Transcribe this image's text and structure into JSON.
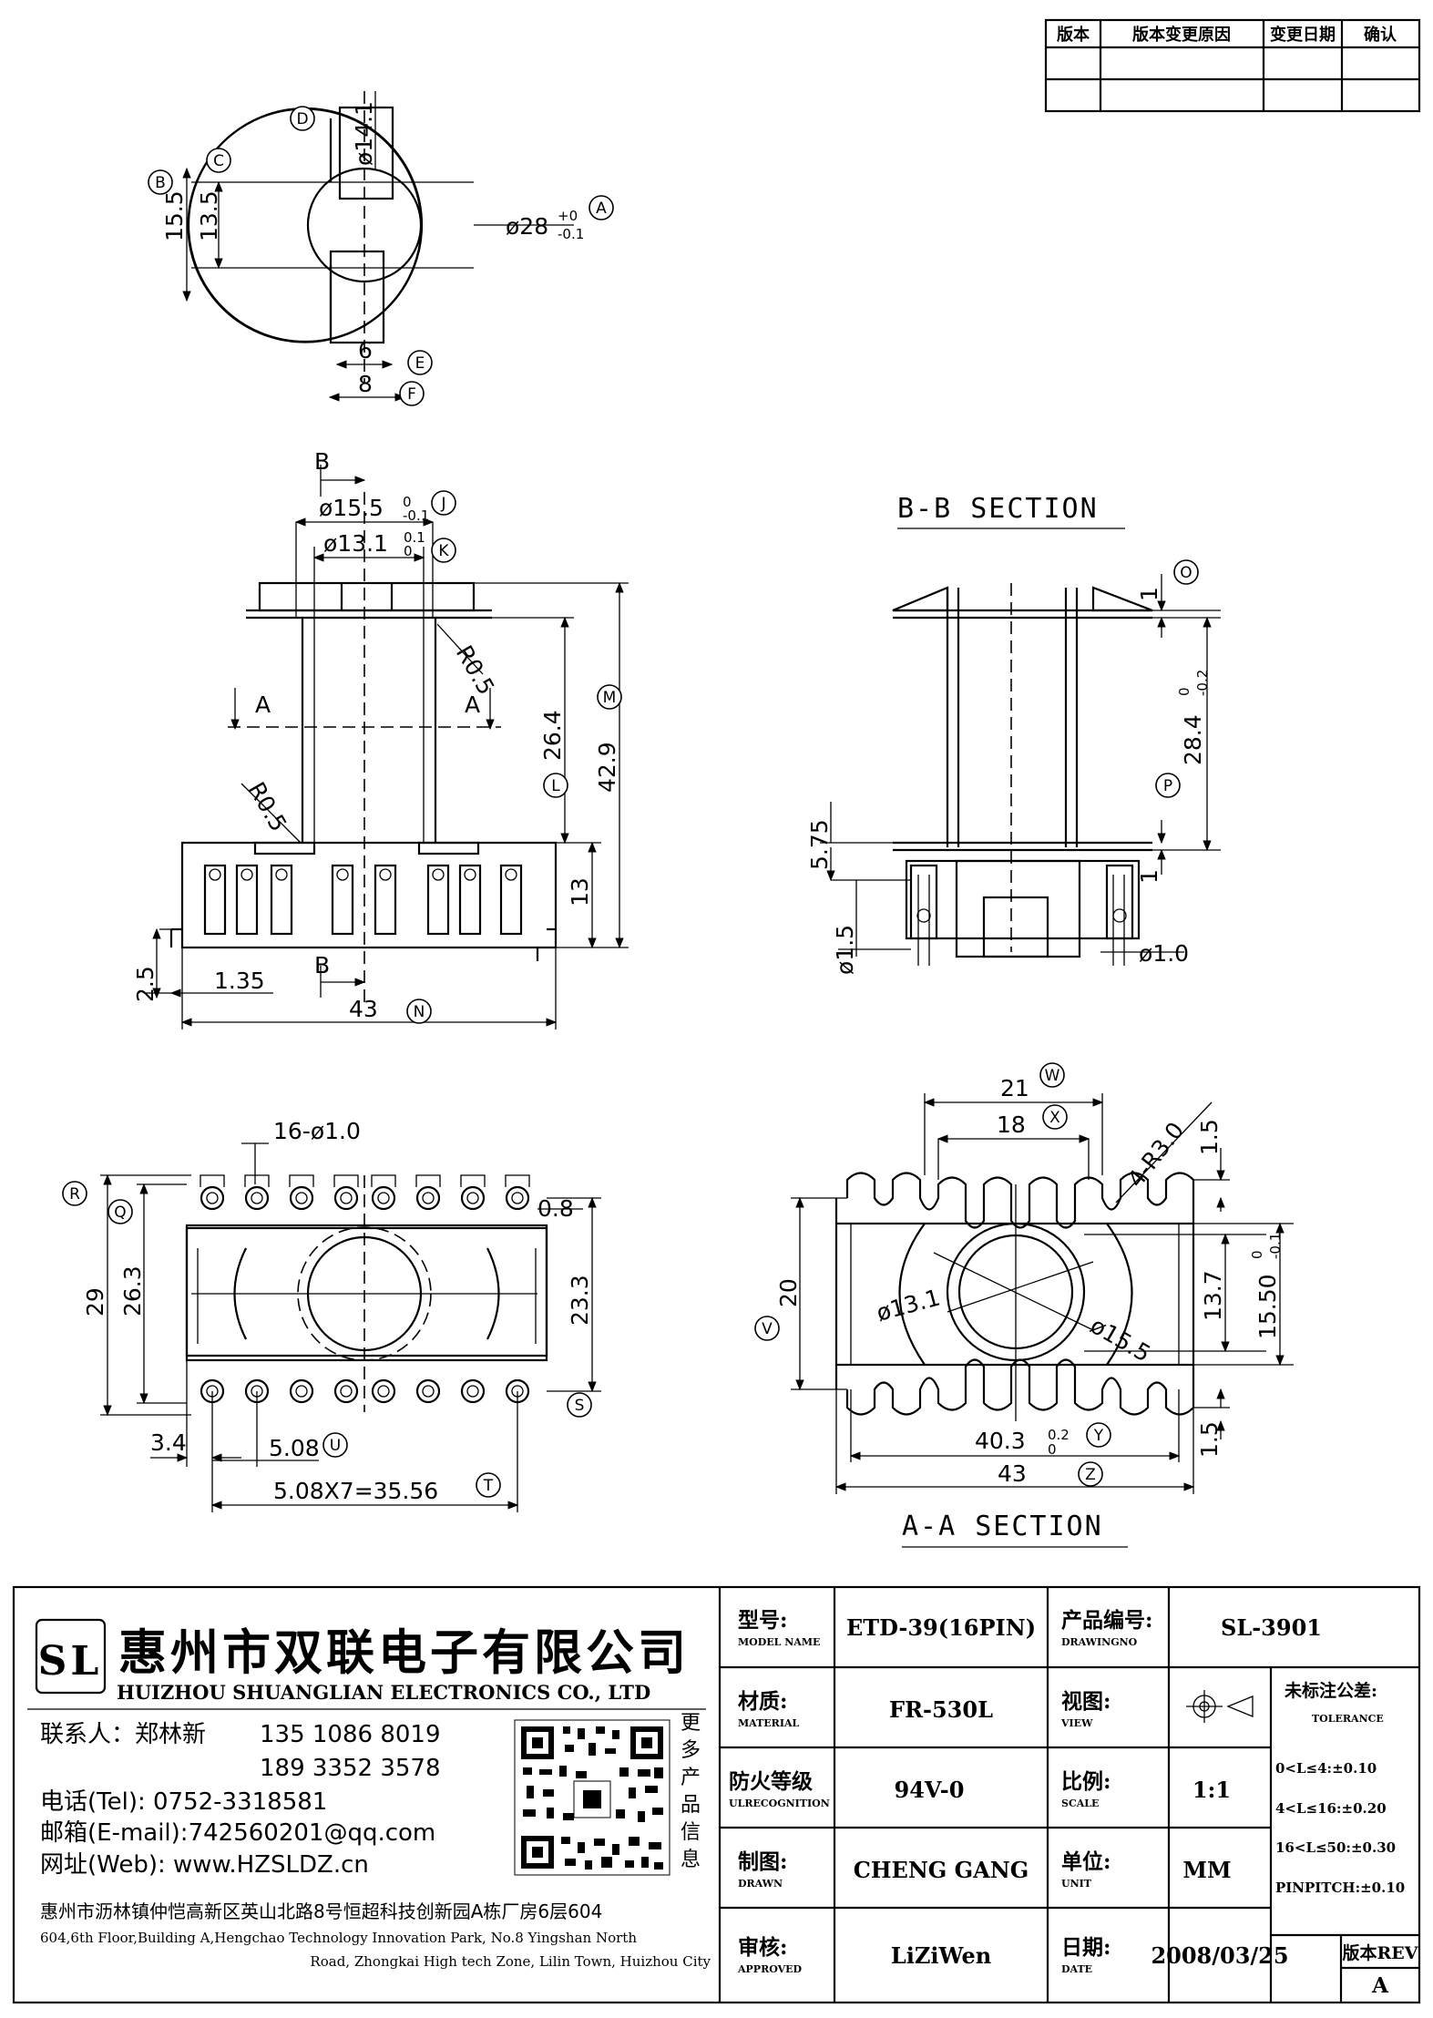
{
  "revision_table": {
    "headers": [
      "版本",
      "版本变更原因",
      "变更日期",
      "确认"
    ]
  },
  "top_view": {
    "dims": {
      "d14_1": "ø14.1",
      "d15_5": "15.5",
      "d13_5": "13.5",
      "d28": "ø28",
      "d28_tol_upper": "+0",
      "d28_tol_lower": "-0.1",
      "d6": "6",
      "d8": "8"
    },
    "bubbles": {
      "A": "A",
      "B": "B",
      "C": "C",
      "D": "D",
      "E": "E",
      "F": "F"
    }
  },
  "front_view": {
    "section_marks": {
      "b": "B",
      "a": "A"
    },
    "dims": {
      "d15_5": "ø15.5",
      "d15_5_tol_upper": "0",
      "d15_5_tol_lower": "-0.1",
      "d13_1": "ø13.1",
      "d13_1_tol_upper": "0.1",
      "d13_1_tol_lower": "0",
      "r05a": "R0.5",
      "r05b": "R0.5",
      "h26_4": "26.4",
      "h42_9": "42.9",
      "h13": "13",
      "h2_5": "2.5",
      "w1_35": "1.35",
      "w43": "43"
    },
    "bubbles": {
      "J": "J",
      "K": "K",
      "L": "L",
      "M": "M",
      "N": "N"
    }
  },
  "bb_section": {
    "title": "B-B SECTION",
    "dims": {
      "d1a": "1",
      "d28_4": "28.4",
      "d28_4_tol_upper": "0",
      "d28_4_tol_lower": "-0.2",
      "d5_75": "5.75",
      "d1b": "1",
      "d1_5": "ø1.5",
      "d1_0": "ø1.0"
    },
    "bubbles": {
      "O": "O",
      "P": "P"
    }
  },
  "bottom_view": {
    "dims": {
      "pins": "16-ø1.0",
      "d0_8": "0.8",
      "h29": "29",
      "h26_3": "26.3",
      "h23_3": "23.3",
      "w3_4": "3.4",
      "w5_08": "5.08",
      "pitch_total": "5.08X7=35.56"
    },
    "bubbles": {
      "Q": "Q",
      "R": "R",
      "S": "S",
      "T": "T",
      "U": "U"
    }
  },
  "aa_section": {
    "title": "A-A SECTION",
    "dims": {
      "w21": "21",
      "w18": "18",
      "r3": "4-R3.0",
      "d1_5a": "1.5",
      "d13_1": "ø13.1",
      "d15_5": "ø15.5",
      "h20": "20",
      "h13_7": "13.7",
      "h15_5": "15.50",
      "h15_5_tol_upper": "0",
      "h15_5_tol_lower": "-0.1",
      "w40_3": "40.3",
      "w40_3_tol_upper": "0.2",
      "w40_3_tol_lower": "0",
      "d1_5b": "1.5",
      "w43": "43"
    },
    "bubbles": {
      "V": "V",
      "W": "W",
      "X": "X",
      "Y": "Y",
      "Z": "Z"
    }
  },
  "company": {
    "logo_letters": "SL",
    "name_cn": "惠州市双联电子有限公司",
    "name_en": "HUIZHOU SHUANGLIAN ELECTRONICS CO., LTD",
    "contact_label": "联系人：郑林新",
    "phone1": "135 1086 8019",
    "phone2": "189 3352 3578",
    "tel": "电话(Tel): 0752-3318581",
    "email": "邮箱(E-mail):742560201@qq.com",
    "web": "网址(Web): www.HZSLDZ.cn",
    "more": [
      "更",
      "多",
      "产",
      "品",
      "信",
      "息"
    ],
    "address_cn": "惠州市沥林镇仲恺高新区英山北路8号恒超科技创新园A栋厂房6层604",
    "address_en_1": "604,6th Floor,Building A,Hengchao Technology Innovation Park, No.8 Yingshan North",
    "address_en_2": "Road, Zhongkai High tech Zone, Lilin Town, Huizhou City"
  },
  "title_block": {
    "model_label": "型号:",
    "model_label_en": "MODEL NAME",
    "model_value": "ETD-39(16PIN)",
    "drawing_label": "产品编号:",
    "drawing_label_en": "DRAWINGNO",
    "drawing_value": "SL-3901",
    "material_label": "材质:",
    "material_label_en": "MATERIAL",
    "material_value": "FR-530L",
    "view_label": "视图:",
    "view_label_en": "VIEW",
    "tolerance_label": "未标注公差:",
    "tolerance_label_en": "TOLERANCE",
    "tolerances": [
      "0<L≤4:±0.10",
      "4<L≤16:±0.20",
      "16<L≤50:±0.30",
      "PINPITCH:±0.10"
    ],
    "flame_label": "防火等级",
    "flame_label_en": "ULRECOGNITION",
    "flame_value": "94V-0",
    "scale_label": "比例:",
    "scale_label_en": "SCALE",
    "scale_value": "1:1",
    "drawn_label": "制图:",
    "drawn_label_en": "DRAWN",
    "drawn_value": "CHENG GANG",
    "unit_label": "单位:",
    "unit_label_en": "UNIT",
    "unit_value": "MM",
    "approved_label": "审核:",
    "approved_label_en": "APPROVED",
    "approved_value": "LiZiWen",
    "date_label": "日期:",
    "date_label_en": "DATE",
    "date_value": "2008/03/25",
    "rev_label": "版本REV",
    "rev_value": "A"
  }
}
